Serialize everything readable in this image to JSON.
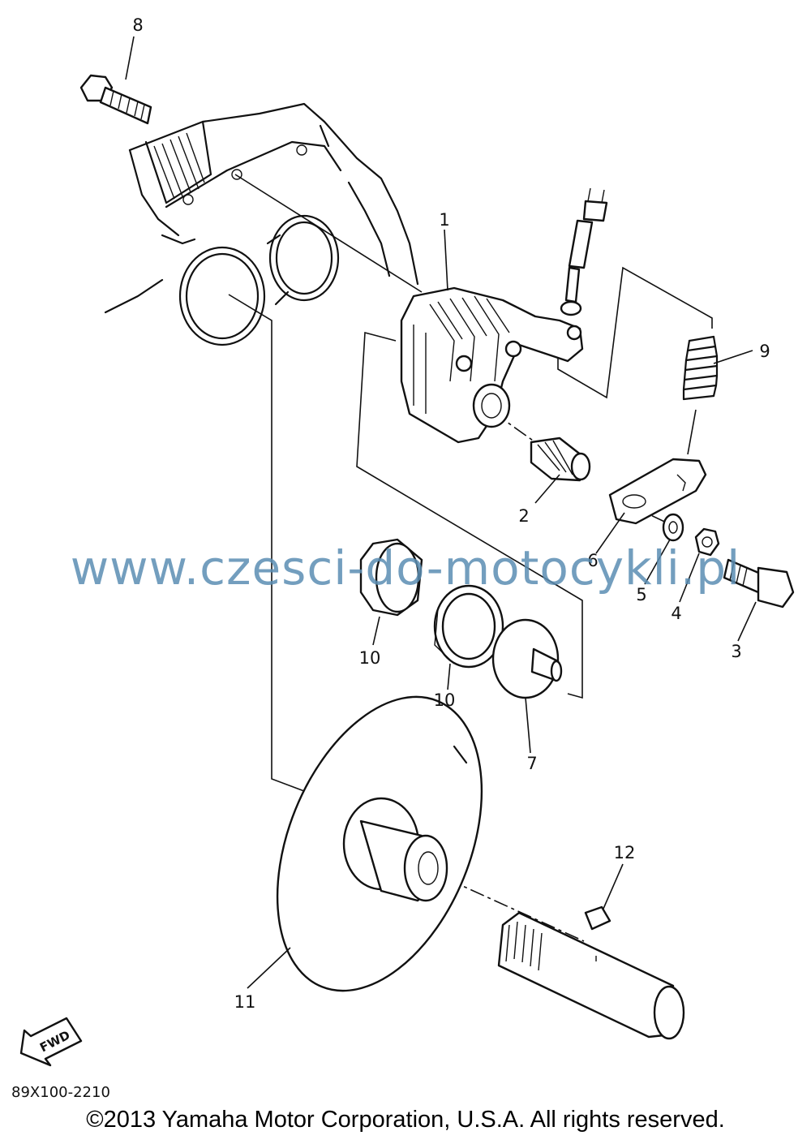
{
  "diagram": {
    "callouts": {
      "p1": "1",
      "p2": "2",
      "p3": "3",
      "p4": "4",
      "p5": "5",
      "p6": "6",
      "p7": "7",
      "p8": "8",
      "p9": "9",
      "p10a": "10",
      "p10b": "10",
      "p11": "11",
      "p12": "12"
    },
    "fwd_label": "FWD",
    "drawing_code": "89X100-2210"
  },
  "watermark": "www.czesci-do-motocykli.pl",
  "copyright": "©2013 Yamaha Motor Corporation, U.S.A. All rights reserved."
}
